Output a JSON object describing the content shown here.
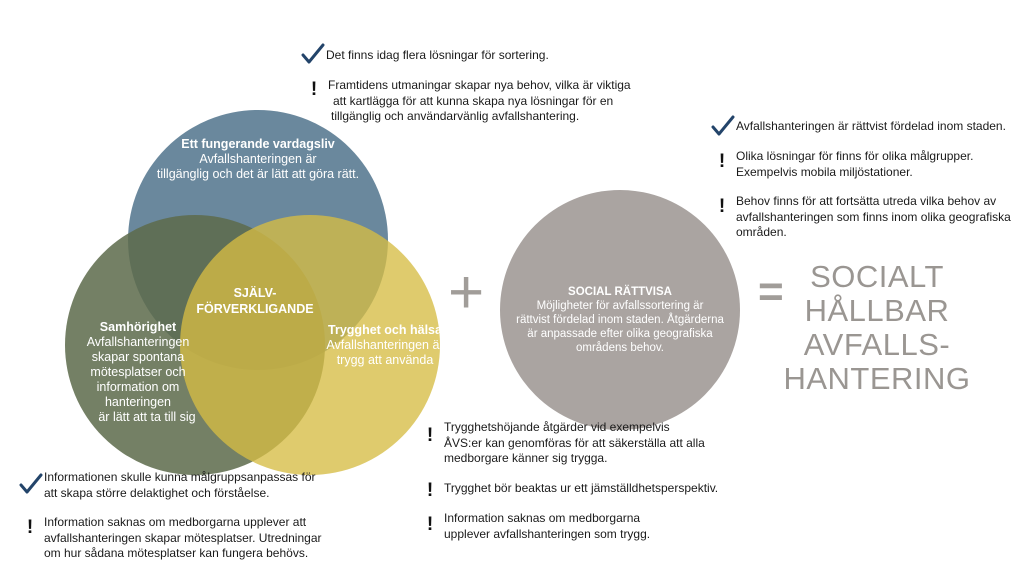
{
  "venn": {
    "circles": [
      {
        "id": "vardagsliv",
        "title": "Ett fungerande vardagsliv",
        "lines": [
          "Avfallshanteringen är",
          "tillgänglig och det är lätt att göra rätt."
        ],
        "color": "#557790"
      },
      {
        "id": "samhorighet",
        "title": "Samhörighet",
        "lines": [
          "Avfallshanteringen",
          "skapar spontana",
          "mötesplatser och",
          "information om",
          "hanteringen",
          "är lätt att ta till sig"
        ],
        "color": "#5d6b4c"
      },
      {
        "id": "trygghet",
        "title": "Trygghet och hälsa",
        "lines": [
          "Avfallshanteringen är",
          "trygg att använda"
        ],
        "color": "#d6bc44"
      }
    ],
    "center": [
      "SJÄLV-",
      "FÖRVERKLIGANDE"
    ]
  },
  "social": {
    "title": "SOCIAL RÄTTVISA",
    "lines": [
      "Möjligheter för avfallssortering är",
      "rättvist fördelad inom staden. Åtgärderna",
      "är anpassade efter olika geografiska",
      "områdens behov."
    ],
    "color": "#aaa4a1"
  },
  "operators": {
    "plus": "+",
    "equals": "="
  },
  "result": {
    "lines": [
      "SOCIALT",
      "HÅLLBAR",
      "AVFALLS-",
      "HANTERING"
    ]
  },
  "notes": {
    "top": [
      {
        "type": "check",
        "lines": [
          "Det finns idag flera lösningar för sortering."
        ]
      },
      {
        "type": "warning",
        "lines": [
          "Framtidens utmaningar skapar nya behov,  vilka är viktiga",
          "att kartlägga för att kunna skapa nya lösningar för en",
          "tillgänglig och användarvänlig avfallshantering."
        ]
      }
    ],
    "right": [
      {
        "type": "check",
        "lines": [
          "Avfallshanteringen är rättvist fördelad inom staden."
        ]
      },
      {
        "type": "warning",
        "lines": [
          "Olika lösningar för finns för olika målgrupper.",
          "Exempelvis mobila miljöstationer."
        ]
      },
      {
        "type": "warning",
        "lines": [
          "Behov finns för att fortsätta utreda vilka behov av",
          "avfallshanteringen som finns inom olika geografiska",
          "områden."
        ]
      }
    ],
    "bottom_left": [
      {
        "type": "check",
        "lines": [
          "Informationen skulle kunna målgruppsanpassas för",
          "att skapa större delaktighet och förståelse."
        ]
      },
      {
        "type": "warning",
        "lines": [
          "Information saknas om medborgarna upplever att",
          "avfallshanteringen skapar mötesplatser. Utredningar",
          "om hur sådana mötesplatser kan fungera behövs."
        ]
      }
    ],
    "bottom_right": [
      {
        "type": "warning",
        "lines": [
          "Trygghetshöjande åtgärder vid exempelvis",
          "ÅVS:er kan genomföras för att säkerställa att alla",
          "medborgare känner sig trygga."
        ]
      },
      {
        "type": "warning",
        "lines": [
          "Trygghet bör beaktas ur ett jämställdhetsperspektiv."
        ]
      },
      {
        "type": "warning",
        "lines": [
          "Information saknas om medborgarna",
          "upplever avfallshanteringen som trygg."
        ]
      }
    ]
  },
  "marker_colors": {
    "check": "#23446a",
    "warning": "#111111"
  }
}
